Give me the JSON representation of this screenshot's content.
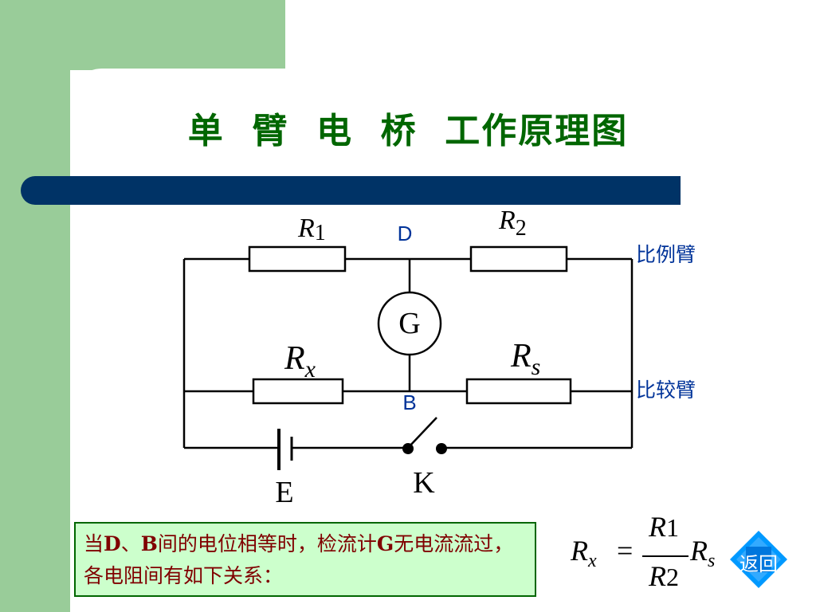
{
  "title": "单  臂  电  桥  工作原理图",
  "circuit": {
    "labels": {
      "r1": "R",
      "r1_sub": "1",
      "r2": "R",
      "r2_sub": "2",
      "rx": "R",
      "rx_sub": "x",
      "rs": "R",
      "rs_sub": "s",
      "node_d": "D",
      "node_b": "B",
      "galvanometer": "G",
      "battery": "E",
      "switch": "K",
      "ratio_arm": "比例臂",
      "compare_arm": "比较臂"
    }
  },
  "note": {
    "part1": "当",
    "d": "D",
    "sep": "、",
    "b": "B",
    "part2": "间的电位相等时，检流计",
    "g": "G",
    "part3": "无电流流过，各电阻间有如下关系："
  },
  "formula": {
    "lhs": "R",
    "lhs_sub": "x",
    "eq": "=",
    "num": "R",
    "num_sub": "1",
    "den": "R",
    "den_sub": "2",
    "rhs": "R",
    "rhs_sub": "s"
  },
  "return_button": {
    "label": "返回"
  },
  "colors": {
    "green_bg": "#99cc99",
    "title": "#006600",
    "bar": "#003366",
    "arm_label": "#003399",
    "note_bg": "#ccffcc",
    "note_text": "#800000",
    "button": "#0099ff"
  }
}
